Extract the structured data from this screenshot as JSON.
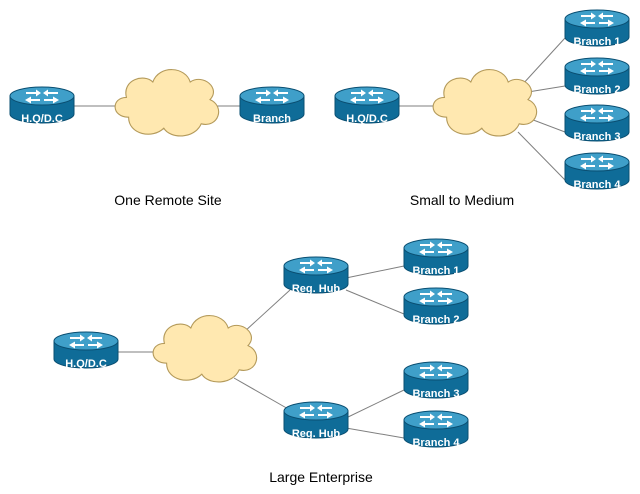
{
  "colors": {
    "router_body": "#0f6c98",
    "router_top": "#3f9fc9",
    "router_edge": "#0a4f72",
    "cloud_fill": "#ffe8b0",
    "cloud_stroke": "#b49a5a",
    "link": "#7f7f7f"
  },
  "icons": {
    "router": "router-icon",
    "cloud": "cloud-icon"
  },
  "captions": {
    "one_remote": "One Remote Site",
    "small_medium": "Small to Medium",
    "large_enterprise": "Large Enterprise"
  },
  "routers": {
    "r1_hq": "H.Q/D.C",
    "r1_branch": "Branch",
    "r2_hq": "H.Q/D.C",
    "r2_b1": "Branch 1",
    "r2_b2": "Branch 2",
    "r2_b3": "Branch 3",
    "r2_b4": "Branch 4",
    "r3_hq": "H.Q/D.C",
    "r3_hub1": "Reg. Hub",
    "r3_hub2": "Reg. Hub",
    "r3_b1": "Branch 1",
    "r3_b2": "Branch 2",
    "r3_b3": "Branch 3",
    "r3_b4": "Branch 4"
  }
}
